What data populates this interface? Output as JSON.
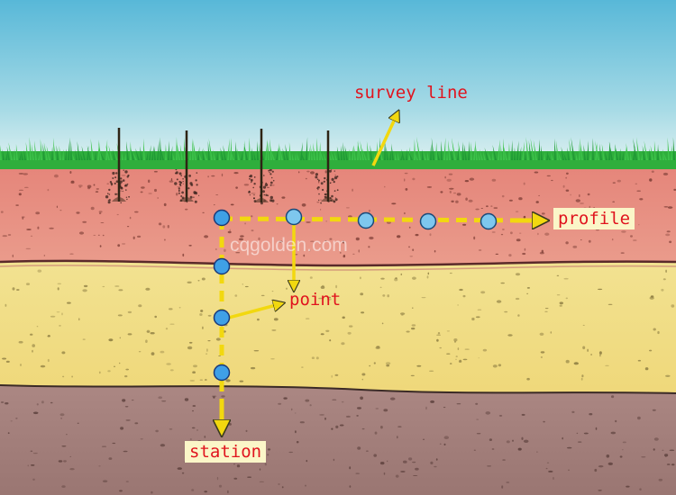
{
  "labels": {
    "survey_line": "survey line",
    "profile": "profile",
    "point": "point",
    "station": "station"
  },
  "watermark": "cqgolden.com",
  "colors": {
    "sky_top": "#58b8d8",
    "sky_bottom": "#e6f4f2",
    "grass": "#2fae3c",
    "topsoil": "#e5857a",
    "sand": "#f1df84",
    "clay": "#a98480",
    "electrode": "#4fa8e0",
    "arrow": "#f2d80f",
    "label_text": "#e0141e",
    "label_bg": "#fbf6c8"
  },
  "electrodes": {
    "count": 4,
    "icon": "electrode-stake-icon"
  },
  "profile_points": 5,
  "station_points": 4
}
